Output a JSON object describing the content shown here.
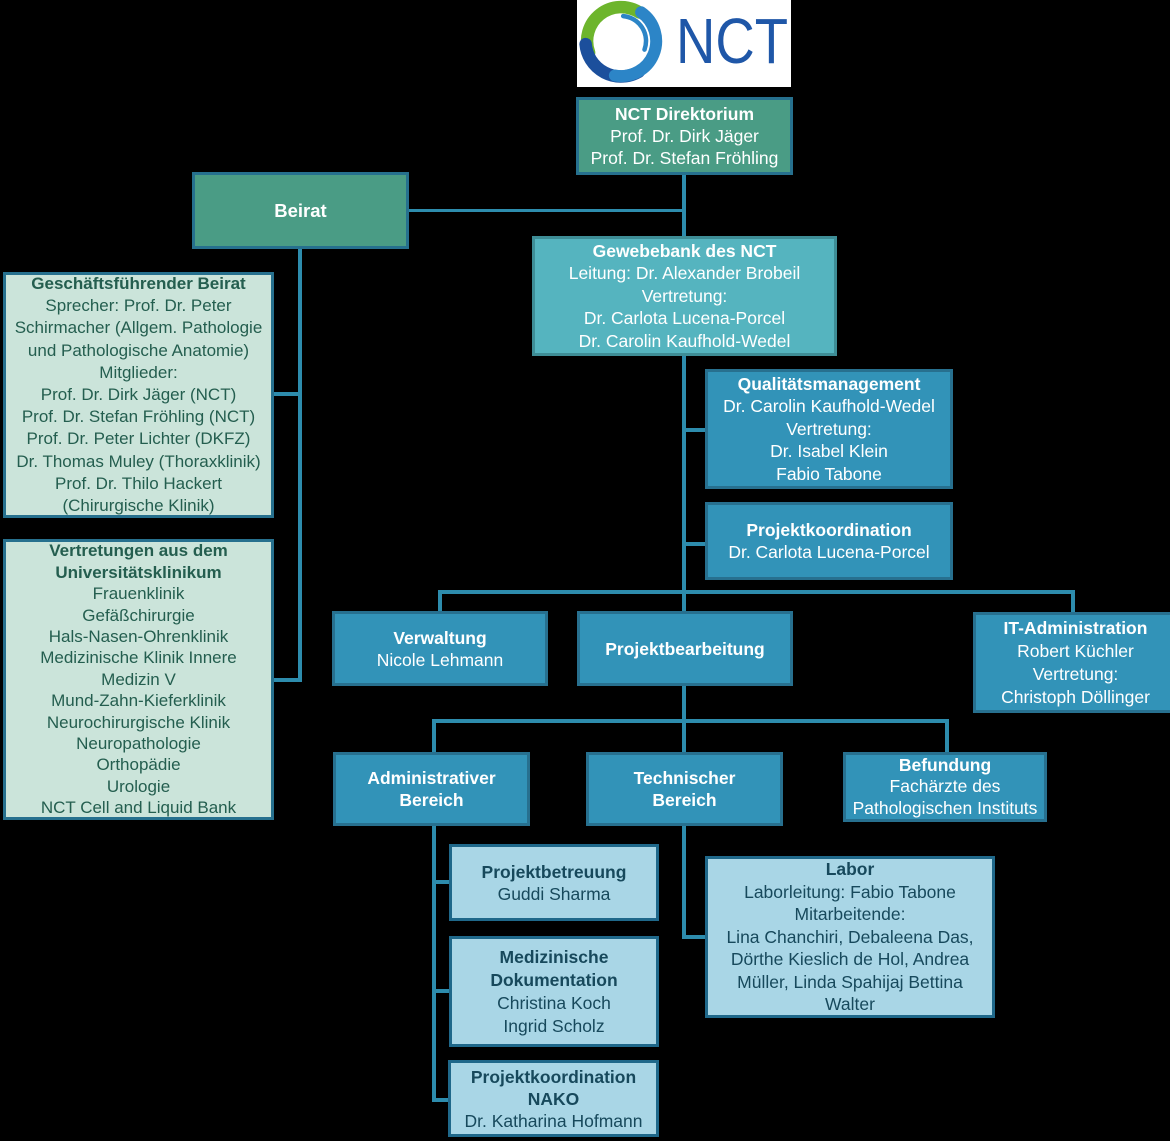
{
  "page": {
    "background": "#000000"
  },
  "colors": {
    "box_green_fill": "#4a9c85",
    "box_teal_fill": "#55b4bf",
    "box_blue_fill": "#3293b8",
    "box_lightblue_fill": "#a9d6e6",
    "box_lightgreen_fill": "#cbe4da",
    "border_blue": "#26708e",
    "border_teal": "#3e8d96",
    "connector": "#2d8cad",
    "text_white": "#ffffff",
    "text_darkgreen": "#245e4f",
    "text_darkblue": "#17495c"
  },
  "logo": {
    "text": "NCT",
    "swirl_green": "#6db52c",
    "swirl_lightblue": "#2c85c7",
    "swirl_darkblue": "#1c4f9c",
    "text_color": "#1f57a8",
    "background": "#ffffff"
  },
  "boxes": {
    "direktorium": {
      "title": "NCT Direktorium",
      "lines": [
        "Prof. Dr. Dirk Jäger",
        "Prof. Dr. Stefan Fröhling"
      ]
    },
    "beirat": {
      "title": "Beirat"
    },
    "gf_beirat": {
      "title": "Geschäftsführender Beirat",
      "lines": [
        "Sprecher: Prof. Dr. Peter",
        "Schirmacher (Allgem. Pathologie",
        "und Pathologische Anatomie)",
        "Mitglieder:",
        "Prof. Dr. Dirk Jäger (NCT)",
        "Prof. Dr. Stefan Fröhling (NCT)",
        "Prof. Dr. Peter Lichter (DKFZ)",
        "Dr. Thomas Muley (Thoraxklinik)",
        "Prof. Dr. Thilo Hackert",
        "(Chirurgische Klinik)"
      ]
    },
    "vertretungen": {
      "title_line1": "Vertretungen aus dem",
      "title_line2": "Universitätsklinikum",
      "lines": [
        "Frauenklinik",
        "Gefäßchirurgie",
        "Hals-Nasen-Ohrenklinik",
        "Medizinische Klinik Innere",
        "Medizin V",
        "Mund-Zahn-Kieferklinik",
        "Neurochirurgische Klinik",
        "Neuropathologie",
        "Orthopädie",
        "Urologie",
        "NCT Cell and Liquid Bank"
      ]
    },
    "gewebebank": {
      "title": "Gewebebank des NCT",
      "lines": [
        "Leitung: Dr. Alexander Brobeil",
        "Vertretung:",
        "Dr. Carlota Lucena-Porcel",
        "Dr. Carolin Kaufhold-Wedel"
      ]
    },
    "qualitaetsmanagement": {
      "title": "Qualitätsmanagement",
      "lines": [
        "Dr. Carolin Kaufhold-Wedel",
        "Vertretung:",
        "Dr. Isabel Klein",
        "Fabio Tabone"
      ]
    },
    "projektkoordination": {
      "title": "Projektkoordination",
      "lines": [
        "Dr. Carlota Lucena-Porcel"
      ]
    },
    "verwaltung": {
      "title": "Verwaltung",
      "lines": [
        "Nicole Lehmann"
      ]
    },
    "projektbearbeitung": {
      "title": "Projektbearbeitung"
    },
    "it_administration": {
      "title": "IT-Administration",
      "lines": [
        "Robert Küchler",
        "Vertretung:",
        "Christoph Döllinger"
      ]
    },
    "administrativer_bereich": {
      "title_line1": "Administrativer",
      "title_line2": "Bereich"
    },
    "technischer_bereich": {
      "title_line1": "Technischer",
      "title_line2": "Bereich"
    },
    "befundung": {
      "title": "Befundung",
      "lines": [
        "Fachärzte des",
        "Pathologischen Instituts"
      ]
    },
    "projektbetreuung": {
      "title": "Projektbetreuung",
      "lines": [
        "Guddi Sharma"
      ]
    },
    "med_dokumentation": {
      "title_line1": "Medizinische",
      "title_line2": "Dokumentation",
      "lines": [
        "Christina Koch",
        "Ingrid Scholz"
      ]
    },
    "projektkoordination_nako": {
      "title_line1": "Projektkoordination",
      "title_line2": "NAKO",
      "lines": [
        "Dr. Katharina Hofmann"
      ]
    },
    "labor": {
      "title": "Labor",
      "lines": [
        "Laborleitung: Fabio Tabone",
        "Mitarbeitende:",
        "Lina Chanchiri, Debaleena Das,",
        "Dörthe Kieslich de Hol, Andrea",
        "Müller, Linda Spahijaj Bettina",
        "Walter"
      ]
    }
  }
}
